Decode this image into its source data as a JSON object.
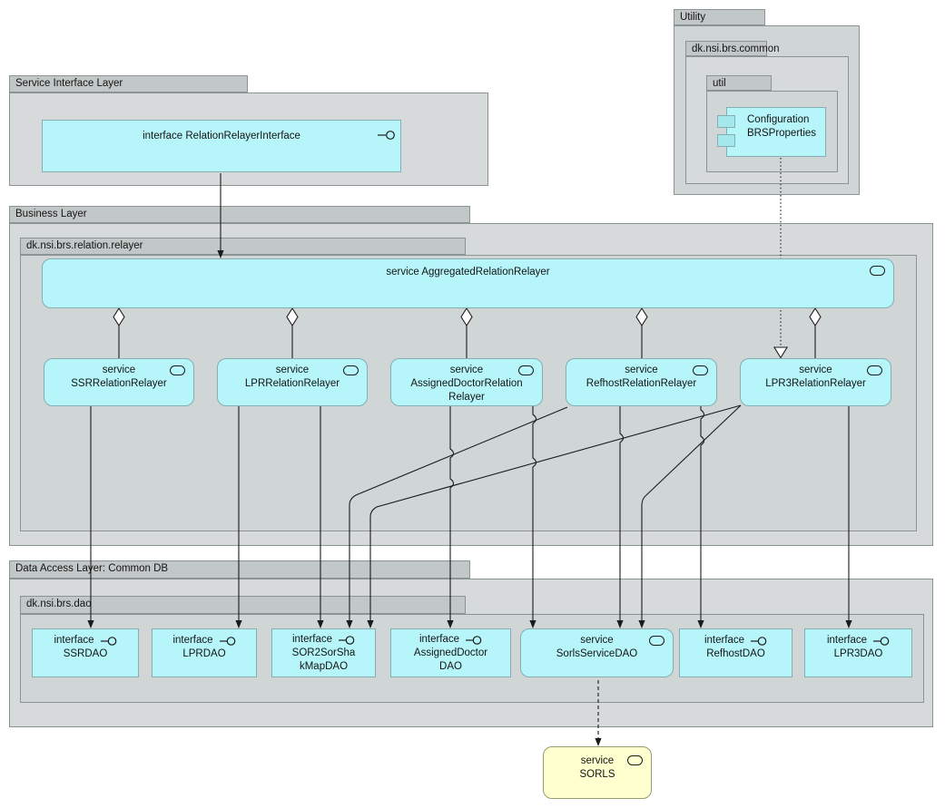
{
  "layers": {
    "service_interface": {
      "label": "Service Interface Layer"
    },
    "business": {
      "label": "Business Layer",
      "package_label": "dk.nsi.brs.relation.relayer"
    },
    "data_access": {
      "label": "Data Access Layer: Common DB",
      "package_label": "dk.nsi.brs.dao"
    },
    "utility": {
      "label": "Utility",
      "package_label": "dk.nsi.brs.common",
      "subpackage_label": "util"
    }
  },
  "nodes": {
    "relation_relayer_interface": {
      "label": "interface RelationRelayerInterface"
    },
    "aggregated_relation_relayer": {
      "label": "service AggregatedRelationRelayer"
    },
    "services": [
      {
        "stereotype": "service",
        "name": "SSRRelationRelayer"
      },
      {
        "stereotype": "service",
        "name": "LPRRelationRelayer"
      },
      {
        "stereotype": "service",
        "name": "AssignedDoctorRelationRelayer"
      },
      {
        "stereotype": "service",
        "name": "RefhostRelationRelayer"
      },
      {
        "stereotype": "service",
        "name": "LPR3RelationRelayer"
      }
    ],
    "daos": [
      {
        "stereotype": "interface",
        "name": "SSRDAO"
      },
      {
        "stereotype": "interface",
        "name": "LPRDAO"
      },
      {
        "stereotype": "interface",
        "name": "SOR2SorShakMapDAO"
      },
      {
        "stereotype": "interface",
        "name": "AssignedDoctorDAO"
      },
      {
        "stereotype": "service",
        "name": "SorlsServiceDAO"
      },
      {
        "stereotype": "interface",
        "name": "RefhostDAO"
      },
      {
        "stereotype": "interface",
        "name": "LPR3DAO"
      }
    ],
    "utility_component": {
      "line1": "Configuration",
      "line2": "BRSProperties"
    },
    "sorls": {
      "stereotype": "service",
      "name": "SORLS"
    }
  },
  "colors": {
    "node_fill": "#b6f6fa",
    "node_border": "#84aeb1",
    "package_tab": "#c2c7c7",
    "package_body": "#d7dadb",
    "sorls_fill": "#ffffcf",
    "line": "#1b1b1b"
  }
}
